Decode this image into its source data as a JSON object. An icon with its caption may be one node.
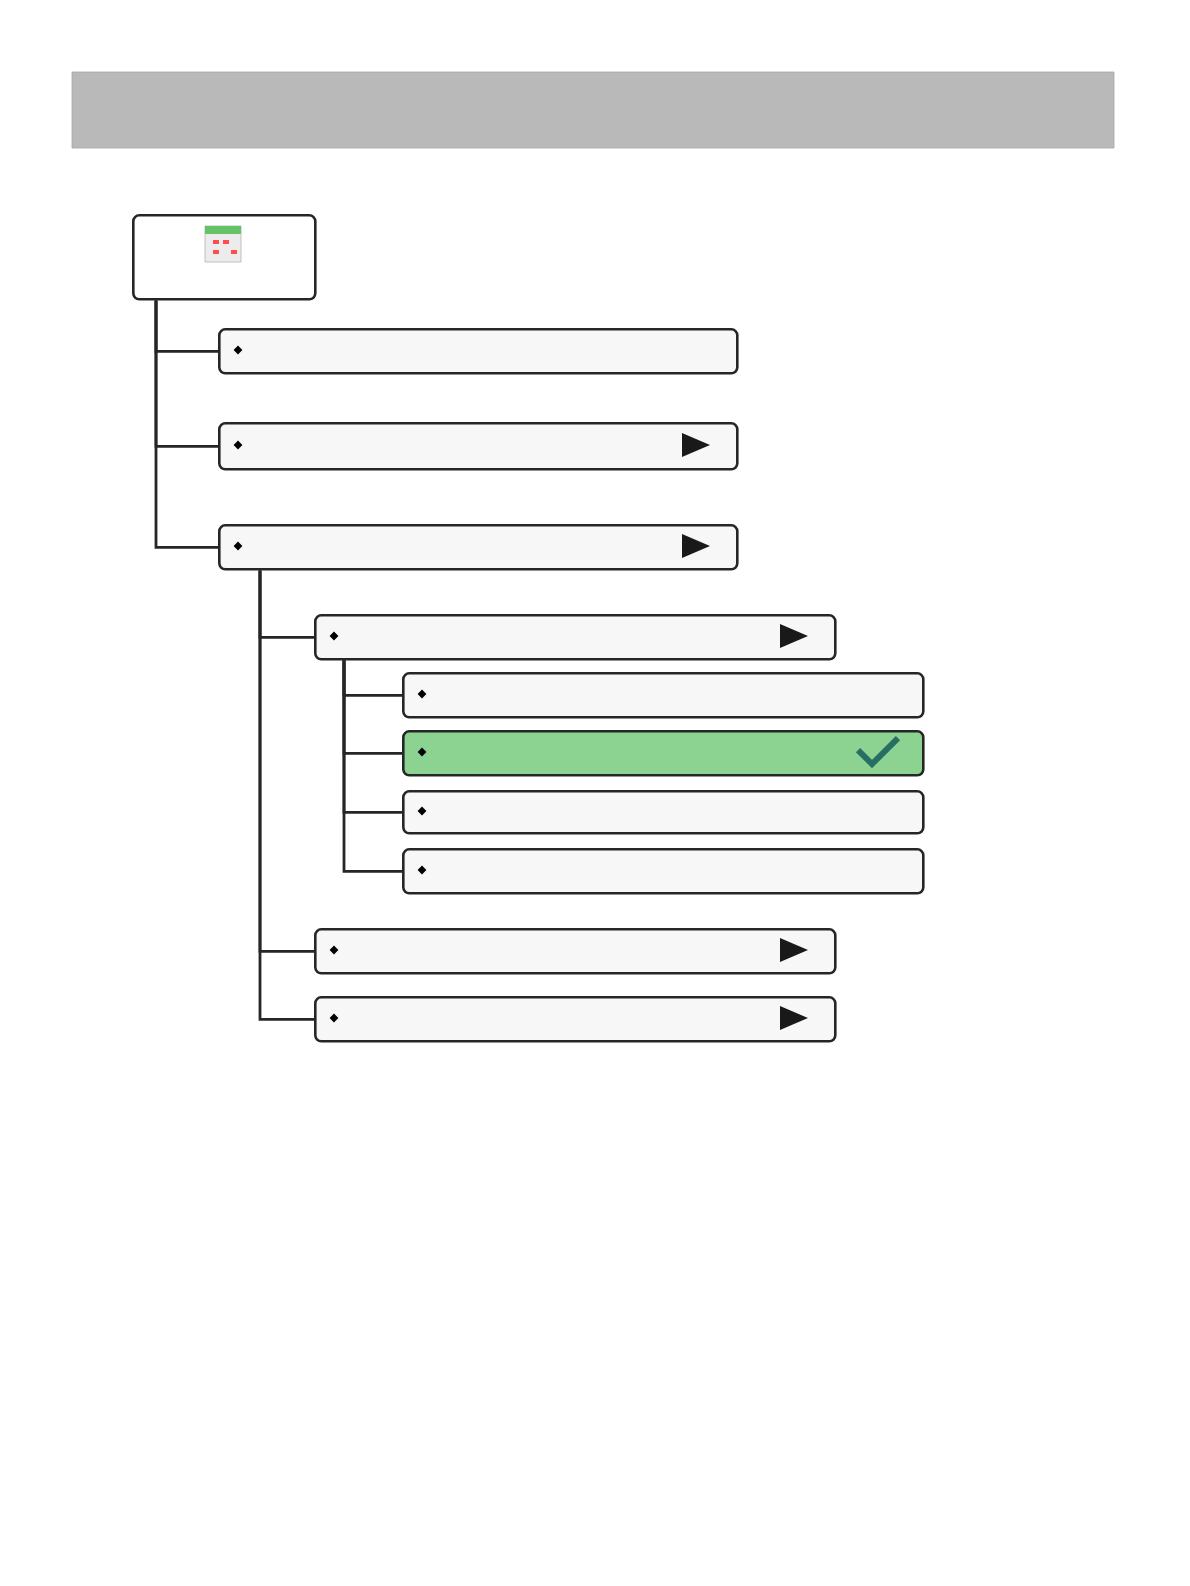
{
  "diagram": {
    "nodes": [
      {
        "text": [],
        "shape": "box"
      },
      {
        "text": [],
        "shape": "box"
      },
      {
        "text": [],
        "shape": "box"
      },
      {
        "text": [],
        "shape": "box"
      },
      {
        "text": [],
        "shape": "box"
      },
      {
        "text": [],
        "shape": "box"
      },
      {
        "text": [],
        "shape": "box"
      },
      {
        "text": [],
        "shape": "box"
      },
      {
        "text": [],
        "shape": "box"
      },
      {
        "text": [],
        "shape": "box"
      },
      {
        "text": [],
        "shape": "box"
      }
    ],
    "edges": [
      {
        "from": 0,
        "to": 1,
        "arrow": "none"
      },
      {
        "from": 0,
        "to": 2,
        "arrow": "none"
      },
      {
        "from": 0,
        "to": 3,
        "arrow": "none"
      },
      {
        "from": 3,
        "to": 4,
        "arrow": "none"
      },
      {
        "from": 4,
        "to": 5,
        "arrow": "none"
      },
      {
        "from": 4,
        "to": 6,
        "arrow": "none"
      },
      {
        "from": 4,
        "to": 7,
        "arrow": "none"
      },
      {
        "from": 4,
        "to": 8,
        "arrow": "none"
      },
      {
        "from": 3,
        "to": 9,
        "arrow": "none"
      },
      {
        "from": 3,
        "to": 10,
        "arrow": "none"
      }
    ]
  }
}
